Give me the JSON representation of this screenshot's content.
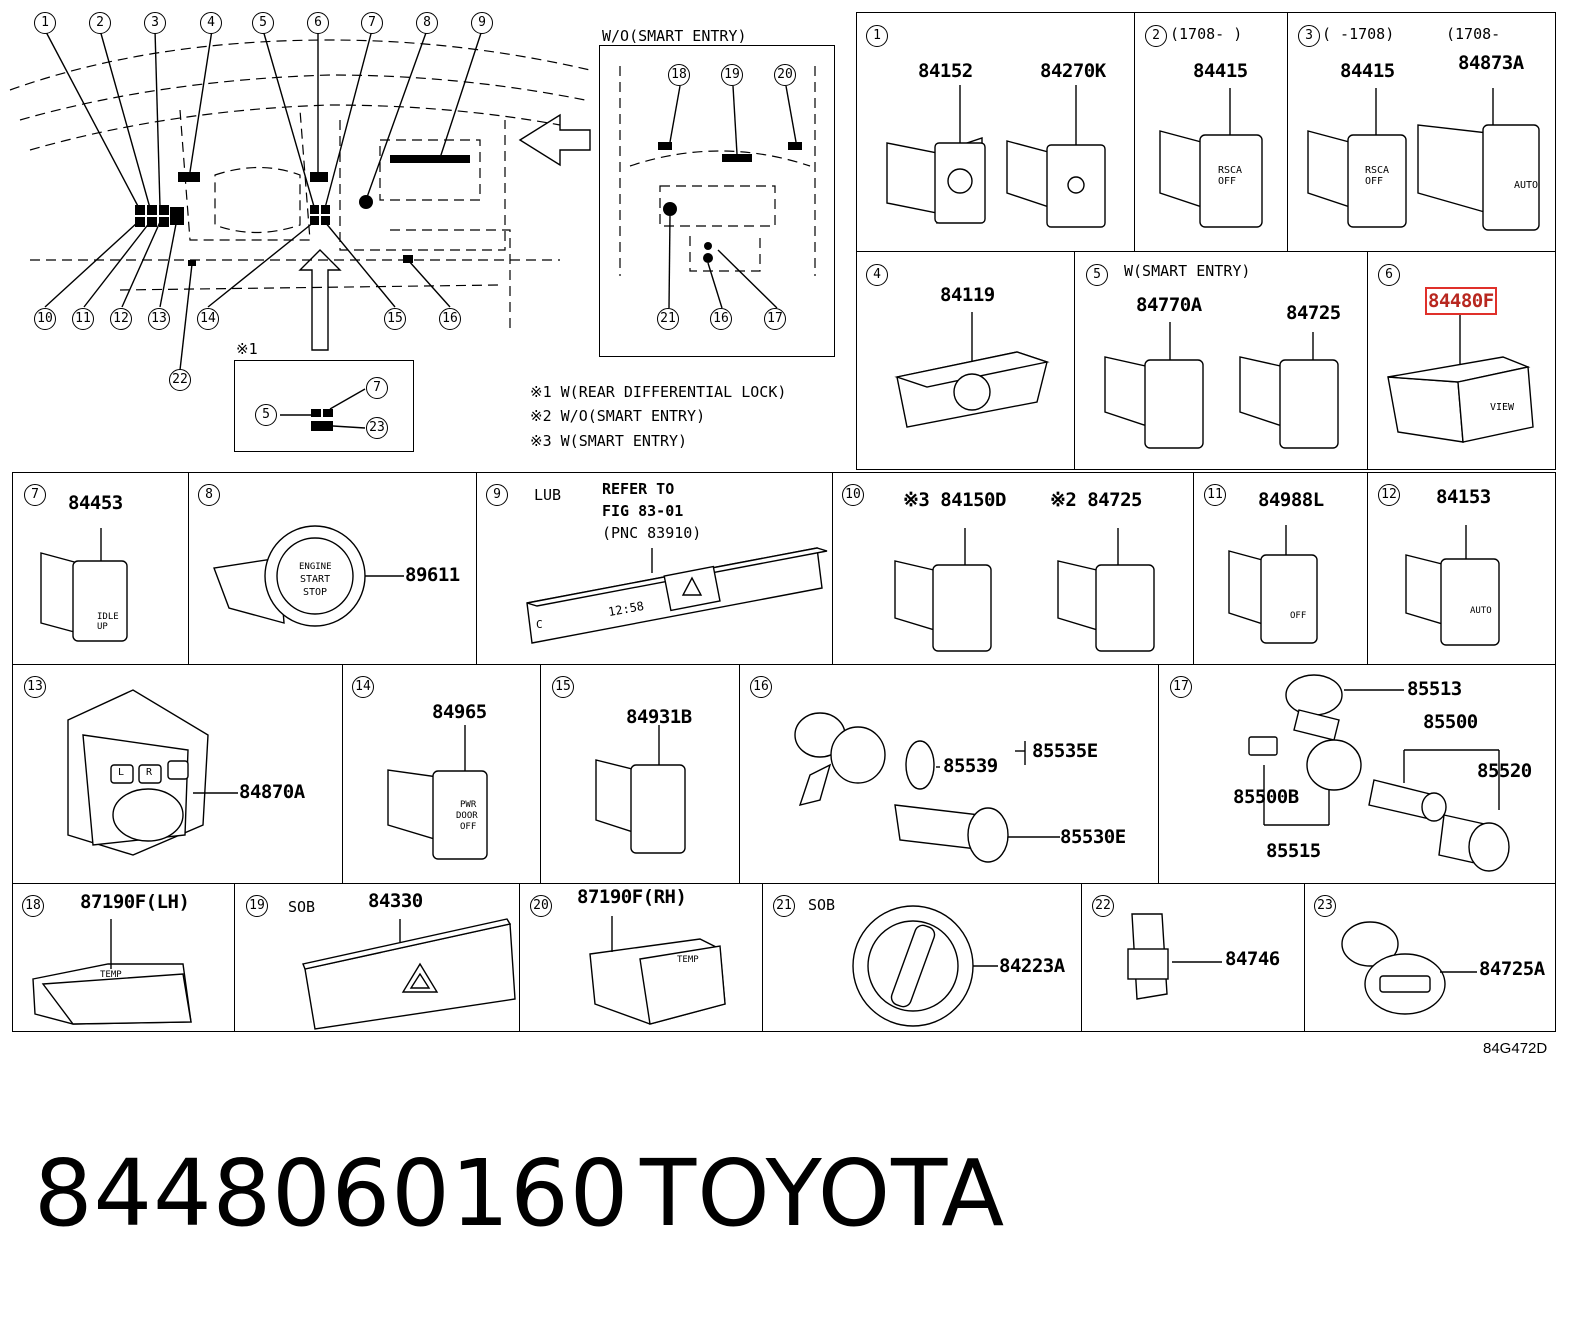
{
  "overview": {
    "callouts_top": [
      "1",
      "2",
      "3",
      "4",
      "5",
      "6",
      "7",
      "8",
      "9"
    ],
    "callouts_bottom": [
      "10",
      "11",
      "12",
      "13",
      "14",
      "15",
      "16",
      "22"
    ],
    "inset_title": "W/O(SMART ENTRY)",
    "inset_callouts": [
      "18",
      "19",
      "20",
      "21",
      "16",
      "17"
    ],
    "note_box_title": "※1",
    "note_box_callouts": [
      "5",
      "7",
      "23"
    ],
    "notes": [
      "※1 W(REAR DIFFERENTIAL LOCK)",
      "※2 W/O(SMART ENTRY)",
      "※3 W(SMART ENTRY)"
    ]
  },
  "cells": {
    "c1": {
      "num": "1",
      "parts": [
        "84152",
        "84270K"
      ]
    },
    "c2": {
      "num": "2",
      "range": "(1708-     )",
      "parts": [
        "84415"
      ],
      "face": "RSCA OFF"
    },
    "c3": {
      "num": "3",
      "range_a": "(     -1708)",
      "range_b": "(1708-",
      "parts": [
        "84415",
        "84873A"
      ],
      "face_a": "RSCA OFF",
      "face_b": "AUTO"
    },
    "c4": {
      "num": "4",
      "parts": [
        "84119"
      ]
    },
    "c5": {
      "num": "5",
      "note": "W(SMART ENTRY)",
      "parts": [
        "84770A",
        "84725"
      ]
    },
    "c6": {
      "num": "6",
      "parts": [
        "84480F"
      ],
      "face": "VIEW"
    },
    "c7": {
      "num": "7",
      "parts": [
        "84453"
      ],
      "face": "IDLE UP"
    },
    "c8": {
      "num": "8",
      "parts": [
        "89611"
      ],
      "face": [
        "ENGINE",
        "START",
        "STOP"
      ]
    },
    "c9": {
      "num": "9",
      "tag": "LUB",
      "refer": [
        "REFER TO",
        "FIG 83-01",
        "(PNC 83910)"
      ],
      "face": "12:58",
      "mark": "C"
    },
    "c10": {
      "num": "10",
      "parts": [
        "※3 84150D",
        "※2 84725"
      ]
    },
    "c11": {
      "num": "11",
      "parts": [
        "84988L"
      ],
      "face": "OFF"
    },
    "c12": {
      "num": "12",
      "parts": [
        "84153"
      ],
      "face": "AUTO"
    },
    "c13": {
      "num": "13",
      "parts": [
        "84870A"
      ],
      "face": [
        "L",
        "R"
      ]
    },
    "c14": {
      "num": "14",
      "parts": [
        "84965"
      ],
      "face": [
        "PWR",
        "DOOR",
        "OFF"
      ]
    },
    "c15": {
      "num": "15",
      "parts": [
        "84931B"
      ]
    },
    "c16": {
      "num": "16",
      "parts": [
        "85539",
        "85535E",
        "85530E"
      ]
    },
    "c17": {
      "num": "17",
      "parts": [
        "85513",
        "85500",
        "85520",
        "85500B",
        "85515"
      ]
    },
    "c18": {
      "num": "18",
      "parts": [
        "87190F(LH)"
      ],
      "face": "TEMP"
    },
    "c19": {
      "num": "19",
      "tag": "SOB",
      "parts": [
        "84330"
      ]
    },
    "c20": {
      "num": "20",
      "parts": [
        "87190F(RH)"
      ],
      "face": "TEMP"
    },
    "c21": {
      "num": "21",
      "tag": "SOB",
      "parts": [
        "84223A"
      ]
    },
    "c22": {
      "num": "22",
      "parts": [
        "84746"
      ]
    },
    "c23": {
      "num": "23",
      "parts": [
        "84725A"
      ]
    }
  },
  "figure_code": "84G472D",
  "footer": {
    "part_number": "8448060160",
    "brand": "TOYOTA"
  },
  "highlight_part": "84480F",
  "colors": {
    "line": "#000000",
    "background": "#ffffff",
    "highlight": "#e0302a"
  }
}
